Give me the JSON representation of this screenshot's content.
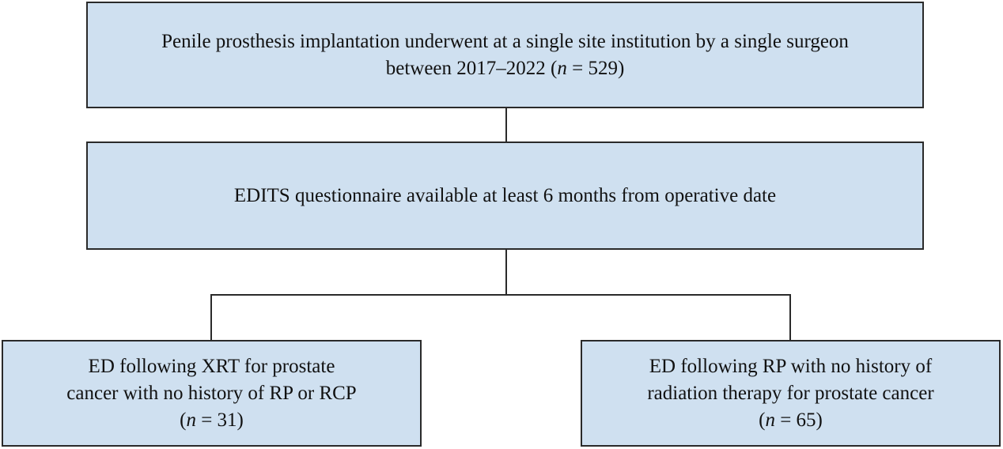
{
  "boxes": {
    "top": {
      "line1": "Penile prosthesis implantation underwent at a single site institution by a single surgeon",
      "line2_prefix": "between 2017–2022 (",
      "n_symbol": "n",
      "line2_suffix": " = 529)"
    },
    "middle": {
      "text": "EDITS questionnaire available at least 6 months from operative date"
    },
    "left": {
      "line1": "ED following XRT for prostate",
      "line2": "cancer with no history of RP or RCP",
      "n_prefix": "(",
      "n_symbol": "n",
      "n_suffix": " = 31)"
    },
    "right": {
      "line1": "ED following RP with no history of",
      "line2": "radiation therapy for prostate cancer",
      "n_prefix": "(",
      "n_symbol": "n",
      "n_suffix": " = 65)"
    }
  },
  "colors": {
    "box_fill": "#cfe0f0",
    "border": "#2a2a2a"
  }
}
